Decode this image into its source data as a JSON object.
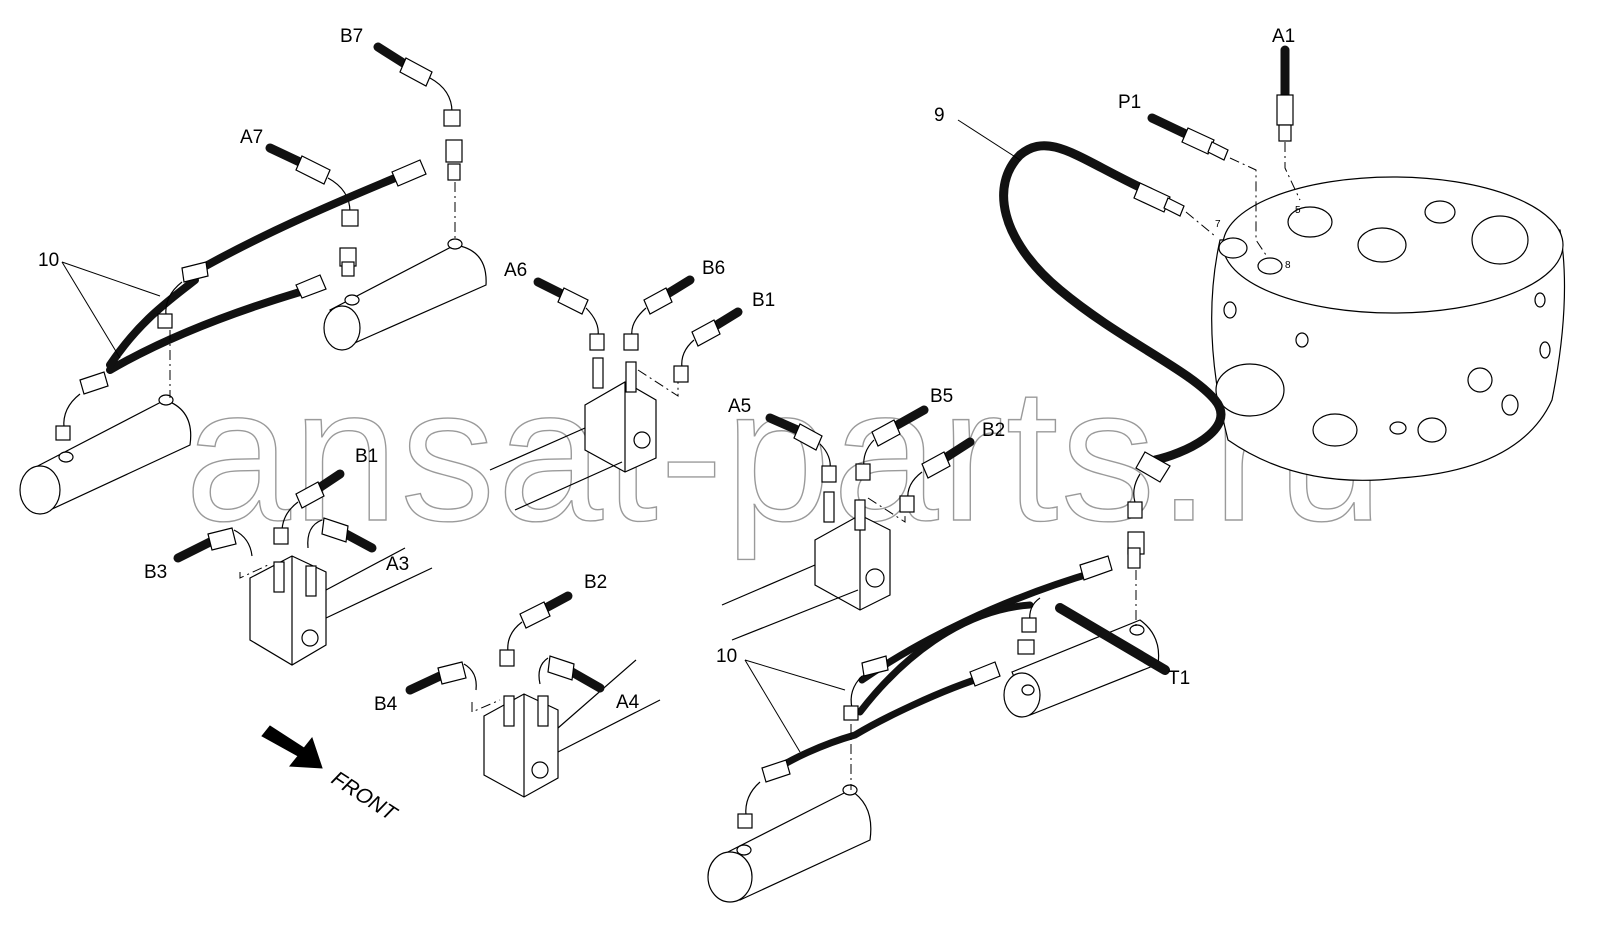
{
  "watermark": "ansat-parts.ru",
  "direction_label": "FRONT",
  "labels": {
    "a1": "A1",
    "p1": "P1",
    "b7": "B7",
    "a7": "A7",
    "a6": "A6",
    "b6": "B6",
    "b1_upper": "B1",
    "b1_lower": "B1",
    "a5": "A5",
    "b5": "B5",
    "b2_right": "B2",
    "b2_lower": "B2",
    "b3": "B3",
    "a3": "A3",
    "b4": "B4",
    "a4": "A4",
    "t1": "T1",
    "item_9": "9",
    "item_10_left": "10",
    "item_10_right": "10"
  },
  "port_numbers": {
    "port_5": "5",
    "port_7": "7",
    "port_8": "8"
  }
}
